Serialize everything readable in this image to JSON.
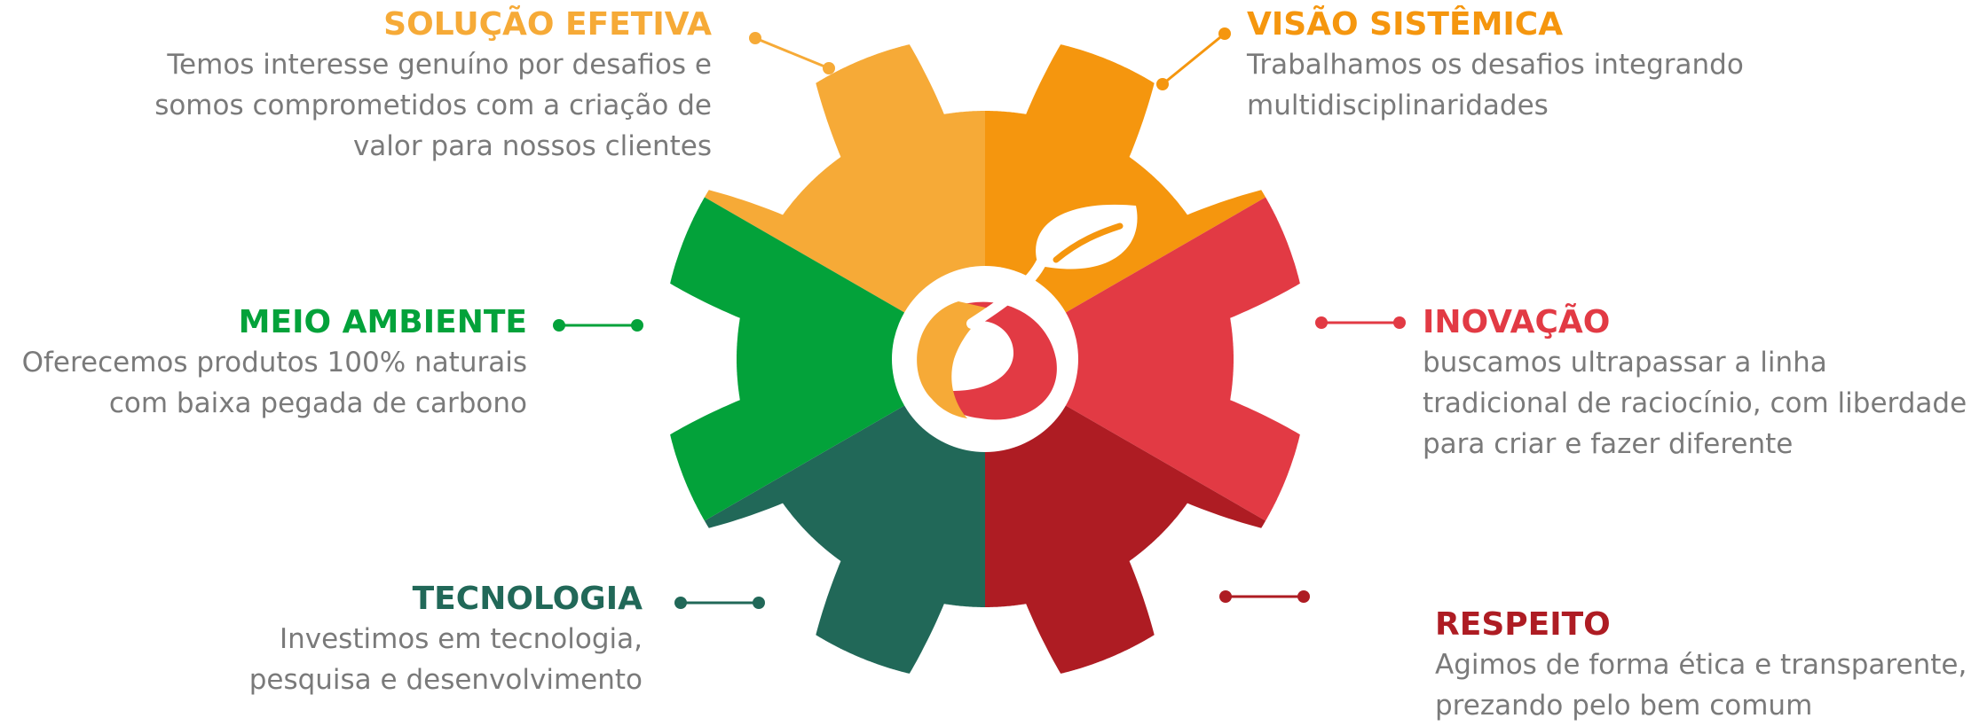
{
  "colors": {
    "solucao": "#F6AA37",
    "visao": "#F5960E",
    "inovacao": "#E23A44",
    "respeito": "#AE1C23",
    "tecnologia": "#216858",
    "meio_ambiente": "#03A23A",
    "description_text": "#7a7a7a",
    "center_circle": "#ffffff"
  },
  "center_logo": {
    "icon": "leaf-fruit-logo-icon"
  },
  "values": [
    {
      "key": "solucao",
      "title": "SOLUÇÃO EFETIVA",
      "lines": [
        "Temos interesse genuíno por desafios e",
        "somos comprometidos com a criação de",
        "valor para nossos clientes"
      ]
    },
    {
      "key": "visao",
      "title": "VISÃO SISTÊMICA",
      "lines": [
        "Trabalhamos os desafios integrando",
        "multidisciplinaridades"
      ]
    },
    {
      "key": "meio_ambiente",
      "title": "MEIO AMBIENTE",
      "lines": [
        "Oferecemos produtos 100% naturais",
        "com baixa pegada de carbono"
      ]
    },
    {
      "key": "inovacao",
      "title": "INOVAÇÃO",
      "lines": [
        "buscamos ultrapassar a linha",
        "tradicional de raciocínio, com liberdade",
        "para criar e fazer diferente"
      ]
    },
    {
      "key": "tecnologia",
      "title": "TECNOLOGIA",
      "lines": [
        "Investimos em tecnologia,",
        "pesquisa e desenvolvimento"
      ]
    },
    {
      "key": "respeito",
      "title": "RESPEITO",
      "lines": [
        "Agimos de forma ética e transparente,",
        "prezando pelo bem comum"
      ]
    }
  ]
}
